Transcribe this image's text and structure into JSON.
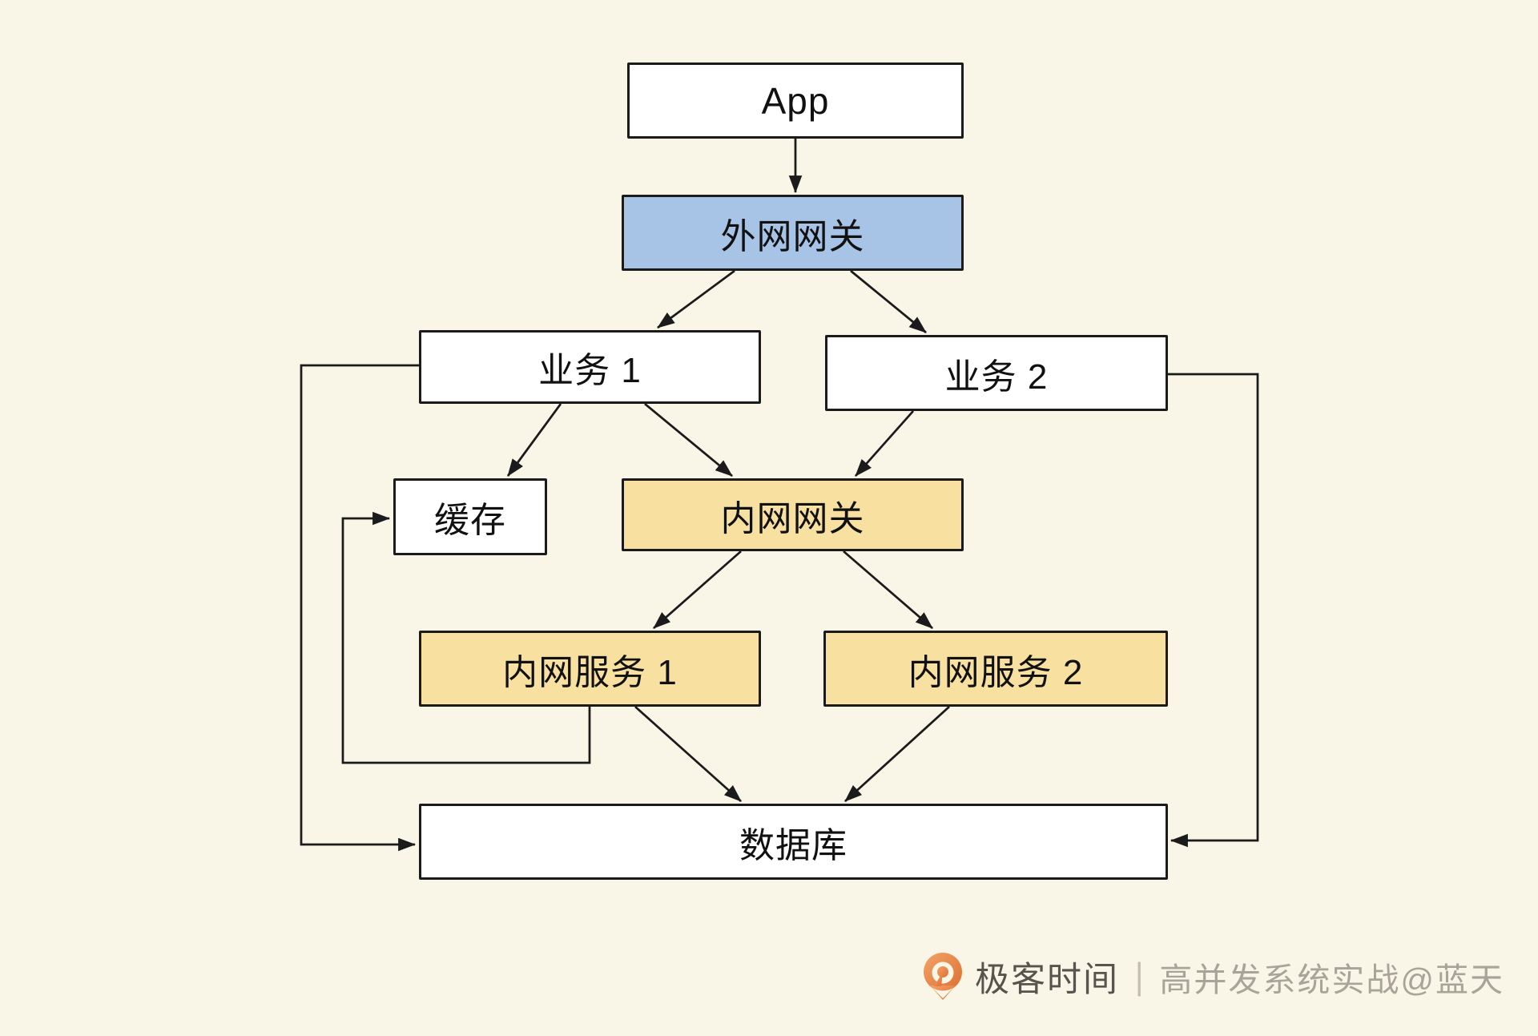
{
  "diagram": {
    "nodes": {
      "app": {
        "label": "App",
        "fill": "#FFFFFF"
      },
      "ext_gateway": {
        "label": "外网网关",
        "fill": "#A7C4E7"
      },
      "biz1": {
        "label": "业务 1",
        "fill": "#FFFFFF"
      },
      "biz2": {
        "label": "业务 2",
        "fill": "#FFFFFF"
      },
      "cache": {
        "label": "缓存",
        "fill": "#FFFFFF"
      },
      "int_gateway": {
        "label": "内网网关",
        "fill": "#F8E1A0"
      },
      "svc1": {
        "label": "内网服务 1",
        "fill": "#F8E1A0"
      },
      "svc2": {
        "label": "内网服务 2",
        "fill": "#F8E1A0"
      },
      "db": {
        "label": "数据库",
        "fill": "#FFFFFF"
      }
    },
    "colors": {
      "background": "#F9F5E7",
      "border": "#1B1B1B",
      "line": "#1B1B1B",
      "node_blue": "#A7C4E7",
      "node_yellow": "#F8E1A0"
    }
  },
  "footer": {
    "brand": "极客时间",
    "divider": "|",
    "credit": "高并发系统实战@蓝天",
    "logo_color": "#E8793E"
  }
}
